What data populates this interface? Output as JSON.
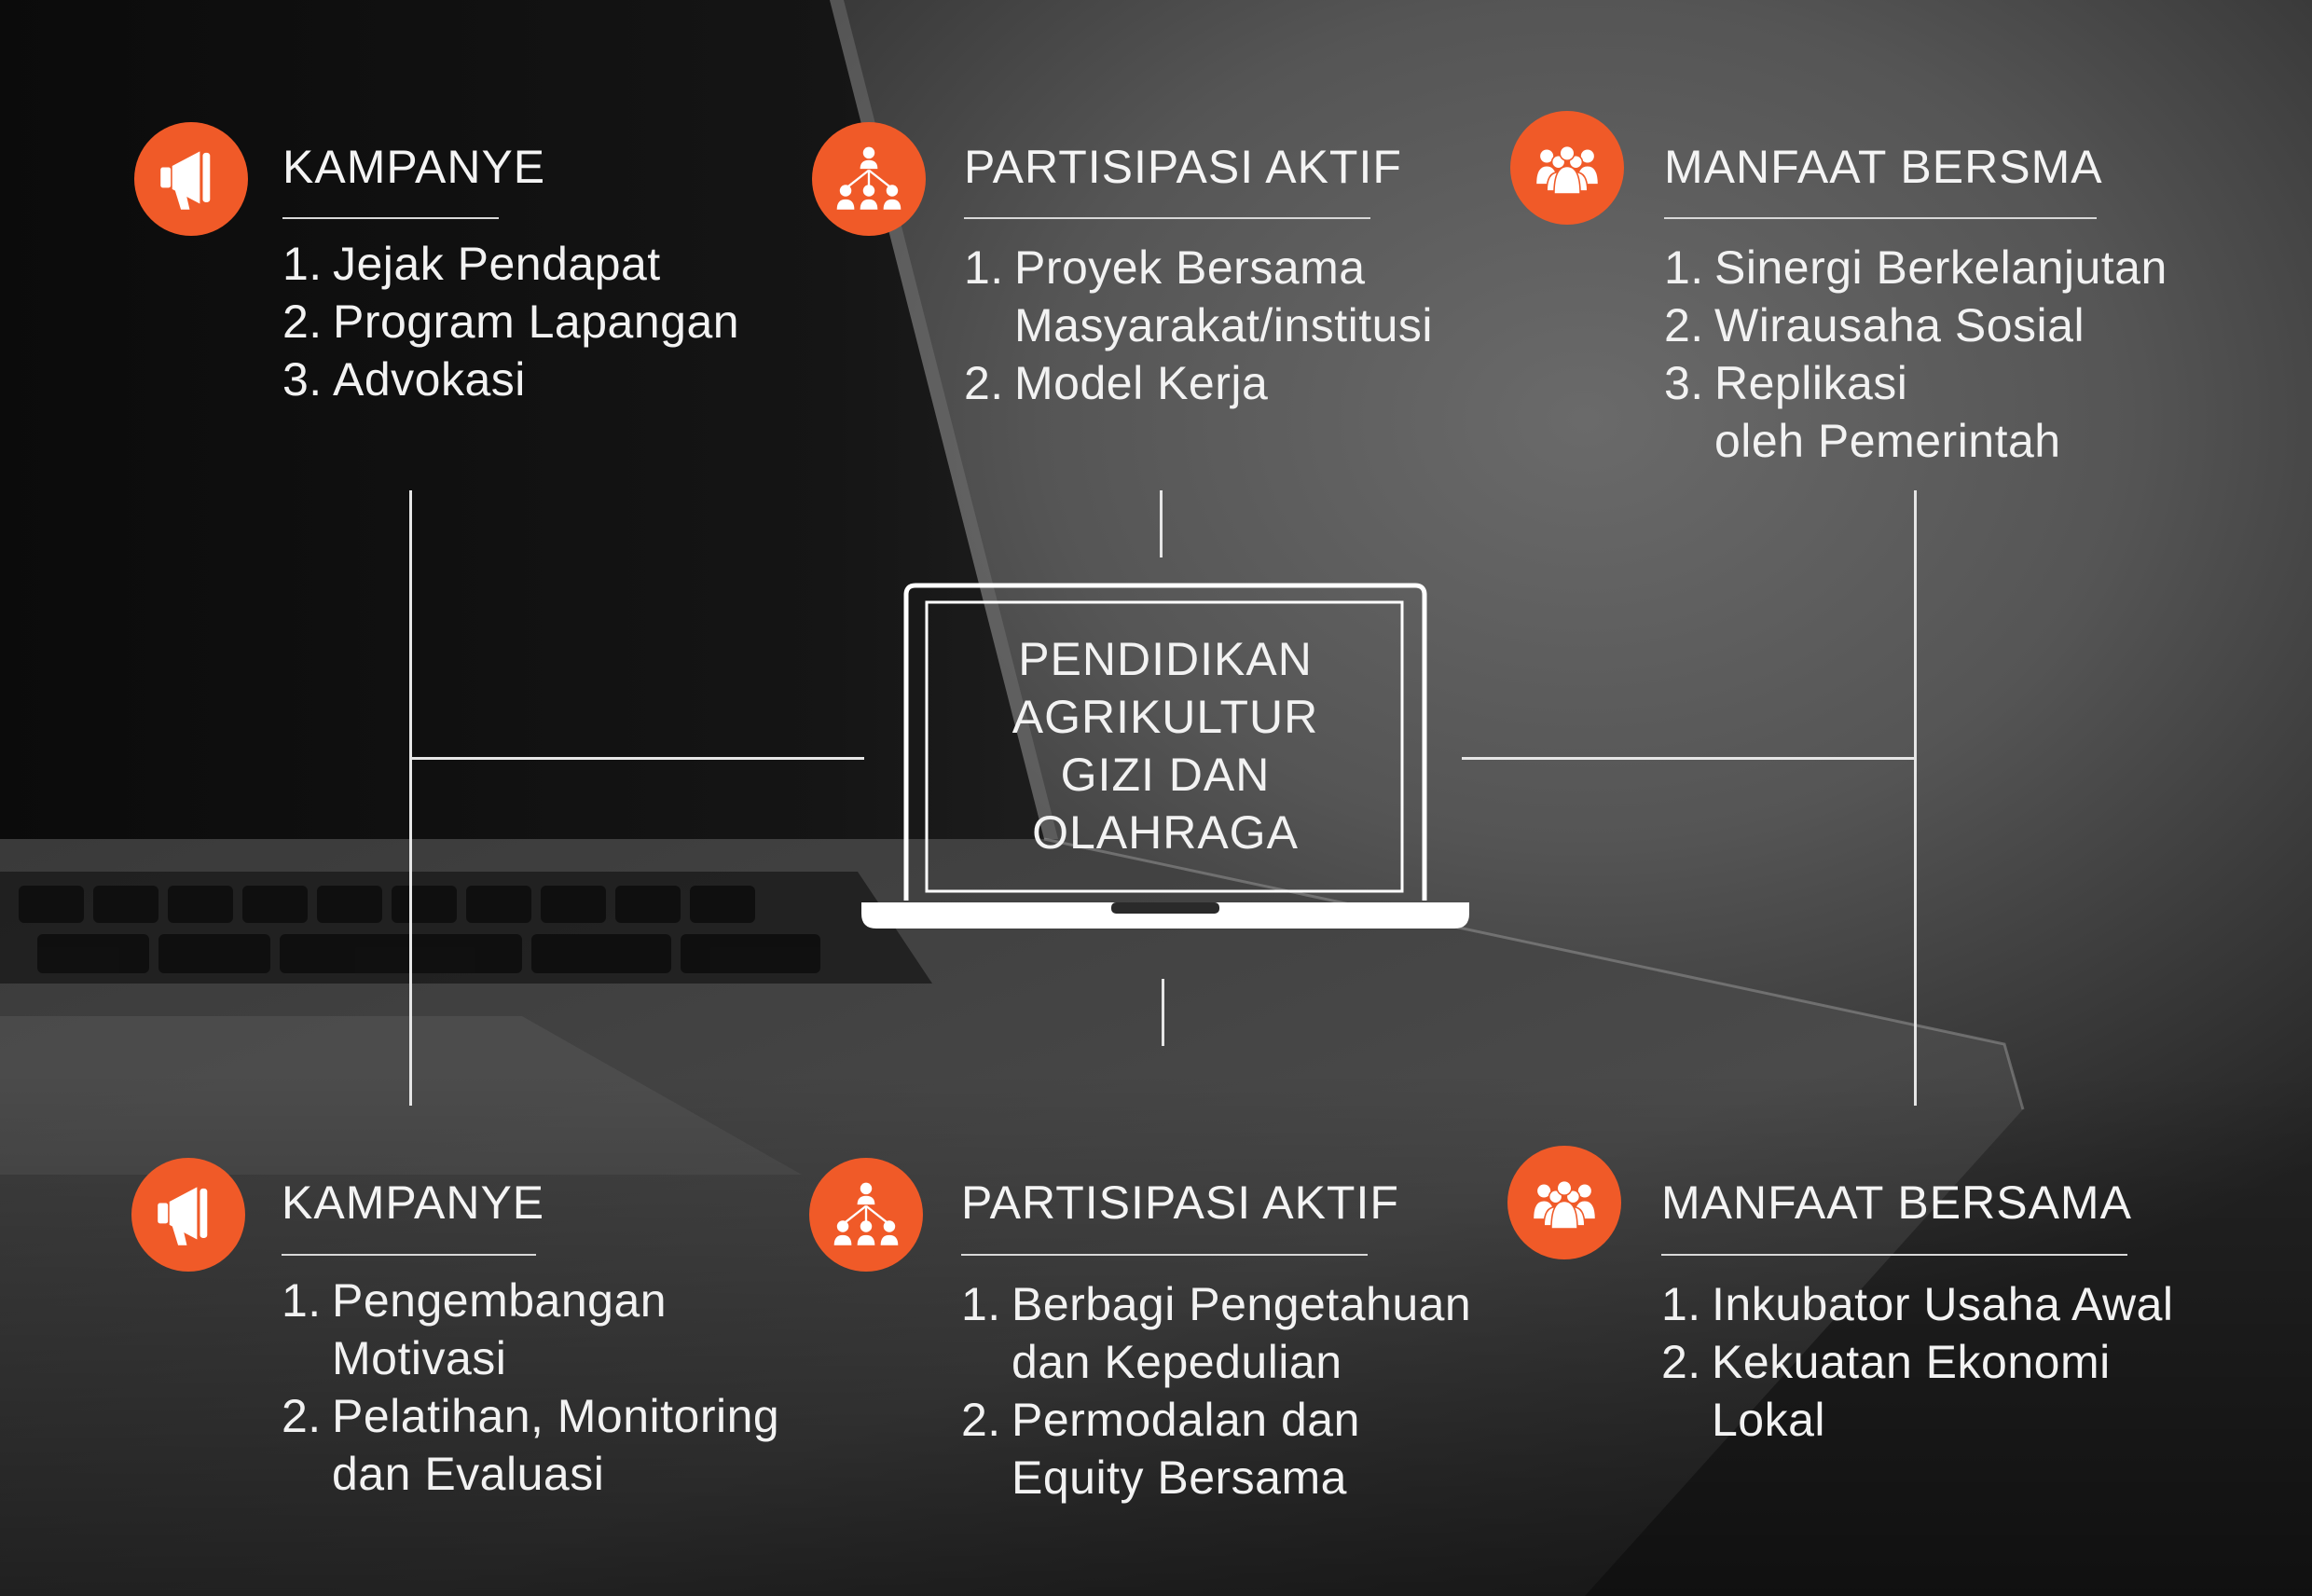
{
  "center": {
    "lines": [
      "PENDIDIKAN",
      "AGRIKULTUR",
      "GIZI DAN",
      "OLAHRAGA"
    ]
  },
  "colors": {
    "accent": "#f05a28",
    "line": "#e6e6e6",
    "text": "#f2f2f2"
  },
  "sections": {
    "top_left": {
      "icon": "megaphone-icon",
      "title": "KAMPANYE",
      "items": [
        {
          "num": "1.",
          "lines": [
            "Jejak Pendapat"
          ]
        },
        {
          "num": "2.",
          "lines": [
            "Program Lapangan"
          ]
        },
        {
          "num": "3.",
          "lines": [
            "Advokasi"
          ]
        }
      ]
    },
    "top_center": {
      "icon": "network-people-icon",
      "title": "PARTISIPASI AKTIF",
      "items": [
        {
          "num": "1.",
          "lines": [
            "Proyek Bersama",
            "Masyarakat/institusi"
          ]
        },
        {
          "num": "2.",
          "lines": [
            "Model Kerja"
          ]
        }
      ]
    },
    "top_right": {
      "icon": "group-people-icon",
      "title": "MANFAAT BERSMA",
      "items": [
        {
          "num": "1.",
          "lines": [
            "Sinergi Berkelanjutan"
          ]
        },
        {
          "num": "2.",
          "lines": [
            "Wirausaha Sosial"
          ]
        },
        {
          "num": "3.",
          "lines": [
            "Replikasi",
            "oleh Pemerintah"
          ]
        }
      ]
    },
    "bottom_left": {
      "icon": "megaphone-icon",
      "title": "KAMPANYE",
      "items": [
        {
          "num": "1.",
          "lines": [
            "Pengembangan",
            "Motivasi"
          ]
        },
        {
          "num": "2.",
          "lines": [
            "Pelatihan, Monitoring",
            "dan Evaluasi"
          ]
        }
      ]
    },
    "bottom_center": {
      "icon": "network-people-icon",
      "title": "PARTISIPASI AKTIF",
      "items": [
        {
          "num": "1.",
          "lines": [
            "Berbagi Pengetahuan",
            "dan Kepedulian"
          ]
        },
        {
          "num": "2.",
          "lines": [
            "Permodalan dan",
            "Equity Bersama"
          ]
        }
      ]
    },
    "bottom_right": {
      "icon": "group-people-icon",
      "title": "MANFAAT BERSAMA",
      "items": [
        {
          "num": "1.",
          "lines": [
            "Inkubator Usaha Awal"
          ]
        },
        {
          "num": "2.",
          "lines": [
            "Kekuatan Ekonomi",
            "Lokal"
          ]
        }
      ]
    }
  }
}
